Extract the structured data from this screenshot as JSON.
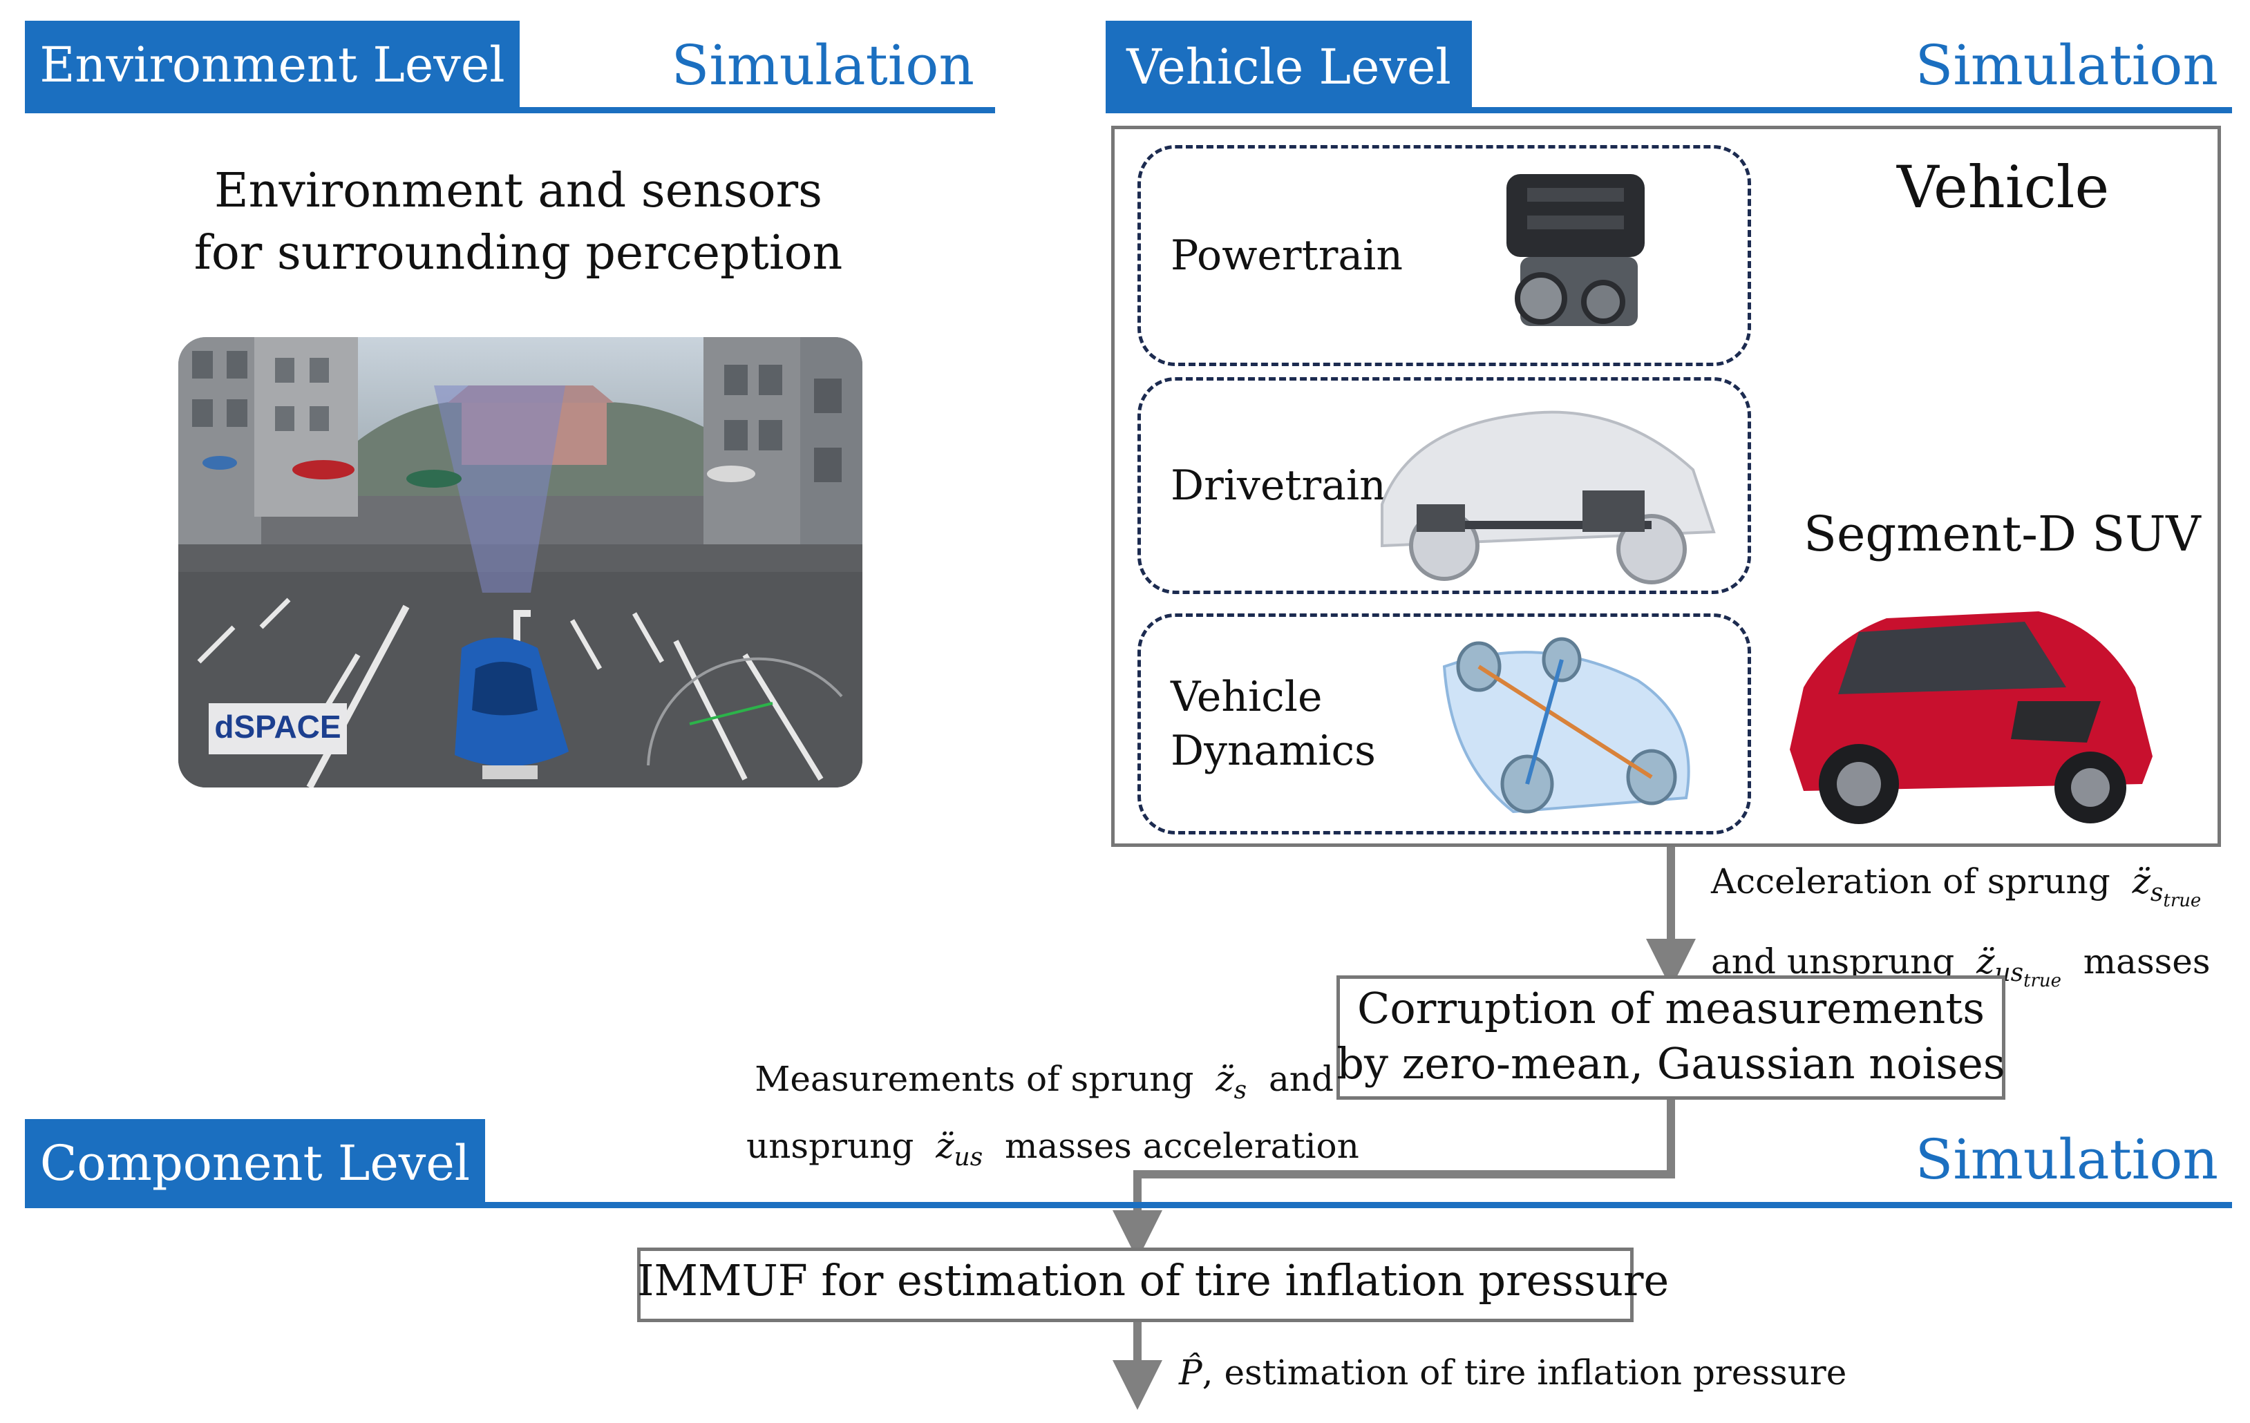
{
  "environment": {
    "level_label": "Environment Level",
    "simulation_label": "Simulation",
    "description_line1": "Environment and sensors",
    "description_line2": "for surrounding perception",
    "screenshot_logo": "dSPACE"
  },
  "vehicle": {
    "level_label": "Vehicle Level",
    "simulation_label": "Simulation",
    "title": "Vehicle",
    "subsystems": {
      "powertrain": "Powertrain",
      "drivetrain": "Drivetrain",
      "dynamics_line1": "Vehicle",
      "dynamics_line2": "Dynamics"
    },
    "suv_label": "Segment-D SUV"
  },
  "flow": {
    "acc_line1_prefix": "Acceleration of sprung",
    "acc_line2_prefix": "and unsprung",
    "acc_line2_suffix": "masses",
    "corruption_line1": "Corruption of measurements",
    "corruption_line2": "by zero-mean, Gaussian noises",
    "meas_line1_prefix": "Measurements of sprung",
    "meas_line1_suffix": "and",
    "meas_line2_prefix": "unsprung",
    "meas_line2_suffix": "masses acceleration",
    "immuf_box": "IMMUF for estimation of tire inflation pressure",
    "output_suffix": ", estimation of tire inflation pressure"
  },
  "component": {
    "level_label": "Component Level",
    "simulation_label": "Simulation"
  },
  "colors": {
    "accent_blue": "#1b6fc0",
    "dashed_navy": "#1c2b50",
    "arrow_gray": "#808080",
    "suv_red": "#c8102e"
  }
}
